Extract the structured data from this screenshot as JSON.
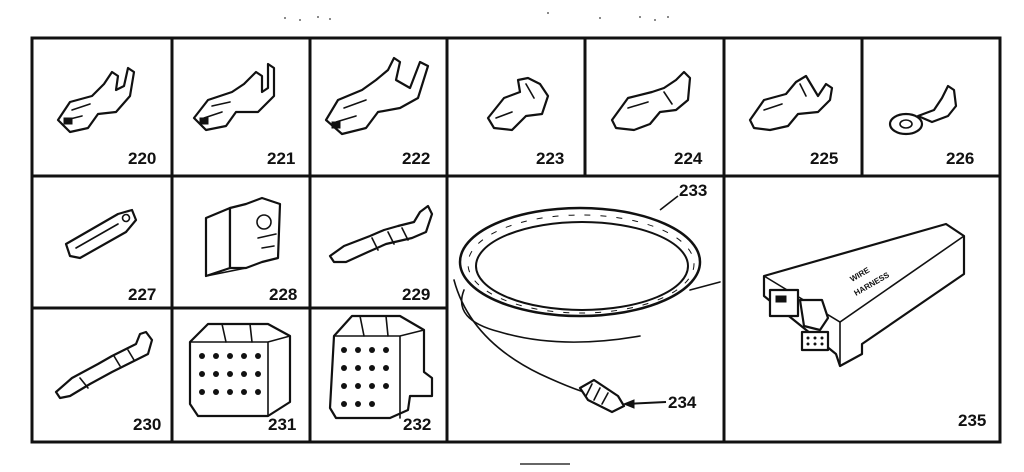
{
  "parts": [
    {
      "id": "220"
    },
    {
      "id": "221"
    },
    {
      "id": "222"
    },
    {
      "id": "223"
    },
    {
      "id": "224"
    },
    {
      "id": "225"
    },
    {
      "id": "226"
    },
    {
      "id": "227"
    },
    {
      "id": "228"
    },
    {
      "id": "229"
    },
    {
      "id": "230"
    },
    {
      "id": "231"
    },
    {
      "id": "232"
    },
    {
      "id": "233"
    },
    {
      "id": "234"
    },
    {
      "id": "235"
    }
  ],
  "harness_label": {
    "line1": "WIRE",
    "line2": "HARNESS"
  }
}
